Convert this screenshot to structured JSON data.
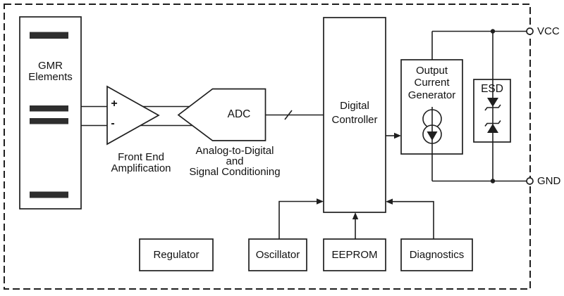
{
  "colors": {
    "line": "#1f1f1f",
    "bar_fill": "#2e2e2e",
    "background": "#ffffff"
  },
  "blocks": {
    "gmr": {
      "lines": [
        "GMR",
        "Elements"
      ]
    },
    "front_end": {
      "plus": "+",
      "minus": "-",
      "caption": [
        "Front End",
        "Amplification"
      ]
    },
    "adc": {
      "label": "ADC",
      "caption": [
        "Analog-to-Digital",
        "and",
        "Signal Conditioning"
      ]
    },
    "digital_controller": {
      "lines": [
        "Digital",
        "Controller"
      ]
    },
    "output_current_generator": {
      "lines": [
        "Output",
        "Current",
        "Generator"
      ]
    },
    "esd": {
      "label": "ESD"
    },
    "regulator": {
      "label": "Regulator"
    },
    "oscillator": {
      "label": "Oscillator"
    },
    "eeprom": {
      "label": "EEPROM"
    },
    "diagnostics": {
      "label": "Diagnostics"
    }
  },
  "terminals": {
    "vcc": "VCC",
    "gnd": "GND"
  }
}
